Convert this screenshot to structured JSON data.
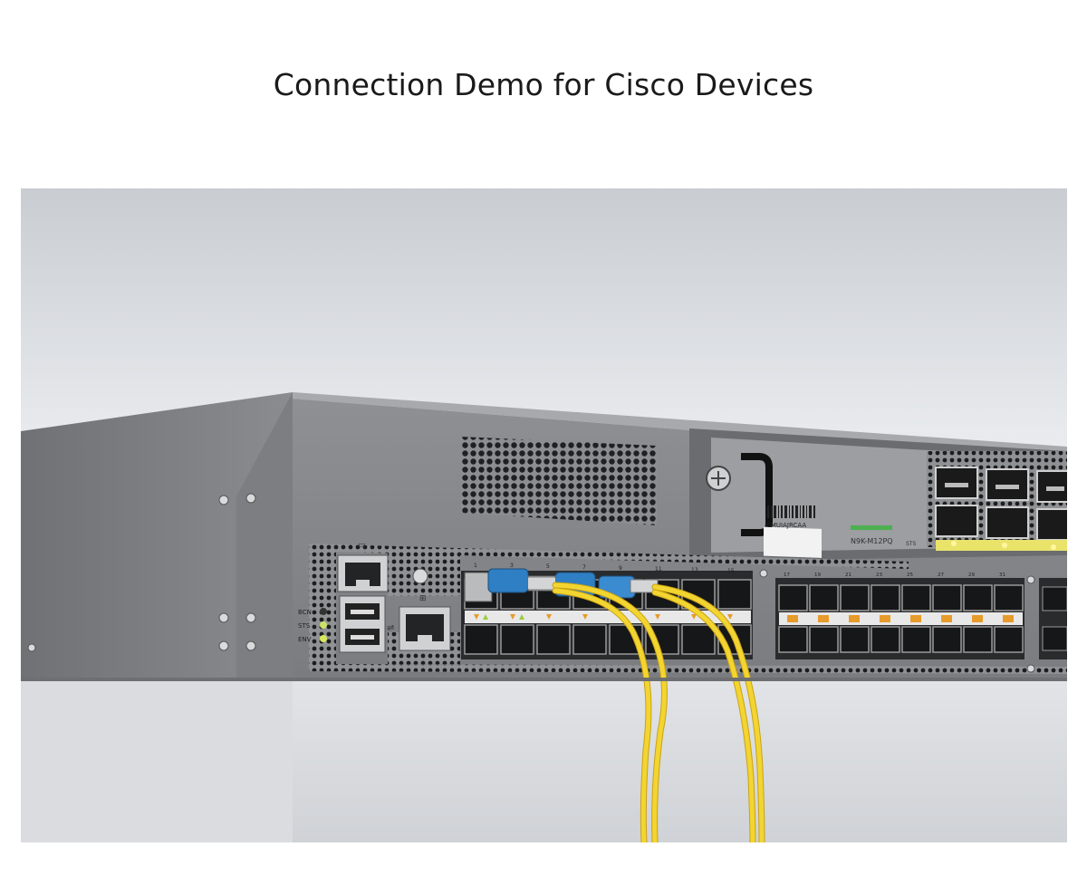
{
  "page": {
    "title": "Connection Demo for Cisco Devices"
  },
  "photo": {
    "led_labels": [
      "BCN",
      "STS",
      "ENV"
    ],
    "barcode_text": "CMUIAJRCAA",
    "module_label": "N9K-M12PQ",
    "sts_label": "STS",
    "port_numbers_top": [
      "1",
      "3",
      "5",
      "7",
      "9",
      "11",
      "13",
      "15"
    ],
    "port_numbers_right": [
      "17",
      "19",
      "21",
      "23",
      "25",
      "27",
      "29",
      "31"
    ],
    "colors": {
      "chassis": "#8a8c8f",
      "cable": "#f2d22e",
      "connector": "#2f7fc4",
      "led": "#d7e85a"
    }
  }
}
